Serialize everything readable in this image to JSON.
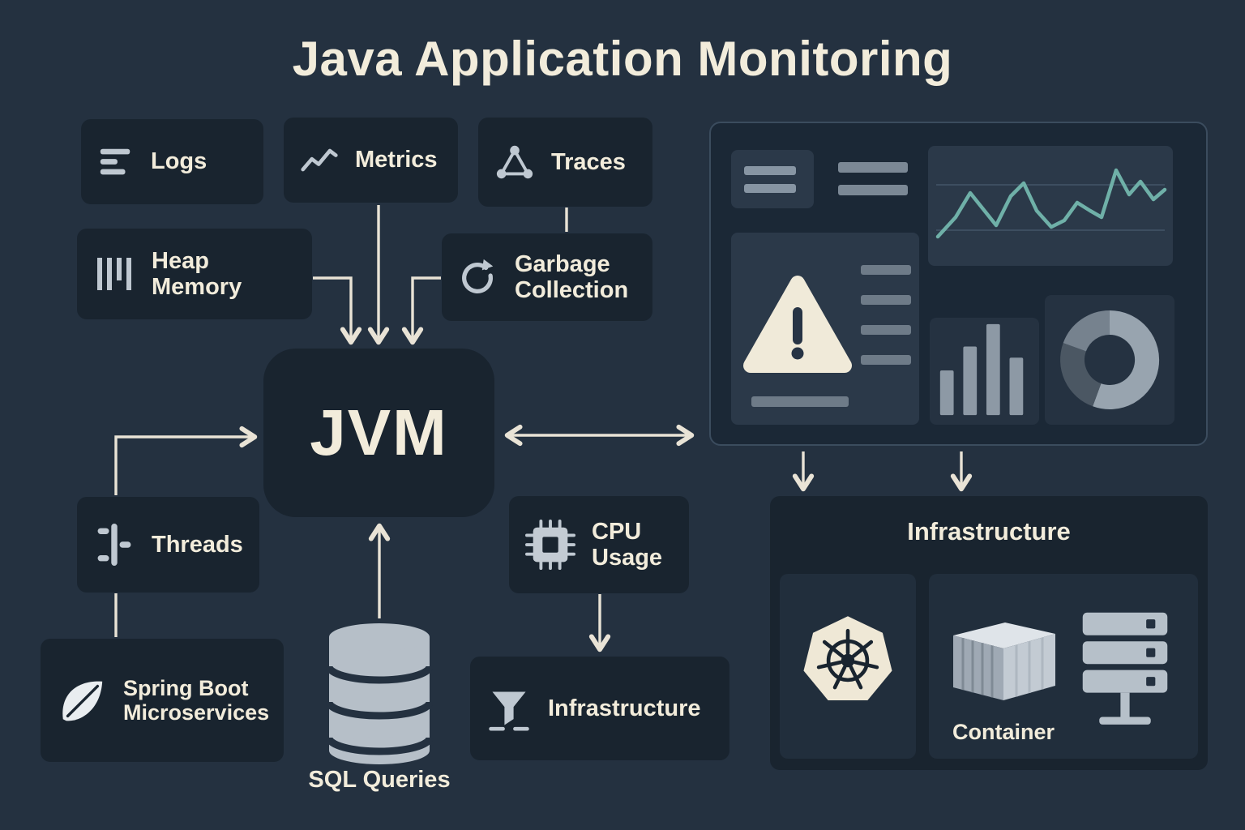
{
  "title": "Java Application Monitoring",
  "colors": {
    "background": "#243140",
    "box": "#19242f",
    "dashboard_panel": "#1b2836",
    "widget": "#2b3949",
    "text": "#f2ecdb",
    "icon": "#bfc8d1",
    "arrow": "#e9e3d6",
    "chart_teal": "#6fb0a8",
    "cream": "#f0ead9"
  },
  "nodes": {
    "logs": "Logs",
    "metrics": "Metrics",
    "traces": "Traces",
    "heap_memory": "Heap Memory",
    "garbage_collection": "Garbage Collection",
    "jvm": "JVM",
    "threads": "Threads",
    "spring_boot": "Spring Boot Microservices",
    "sql_queries": "SQL Queries",
    "cpu_usage": "CPU Usage",
    "infrastructure_node": "Infrastructure",
    "infrastructure_panel": "Infrastructure",
    "container": "Container"
  },
  "icons": {
    "logs": "log-lines-icon",
    "metrics": "zigzag-chart-icon",
    "traces": "triangle-nodes-icon",
    "heap_memory": "vertical-bars-icon",
    "garbage_collection": "circular-arrow-icon",
    "threads": "thread-branches-icon",
    "spring_boot": "leaf-icon",
    "sql_queries": "database-cylinder-icon",
    "cpu_usage": "cpu-chip-icon",
    "infrastructure": "funnel-icon",
    "kubernetes": "helm-wheel-icon",
    "container": "isometric-box-icon",
    "server": "server-rack-icon",
    "alert": "warning-triangle-icon"
  }
}
